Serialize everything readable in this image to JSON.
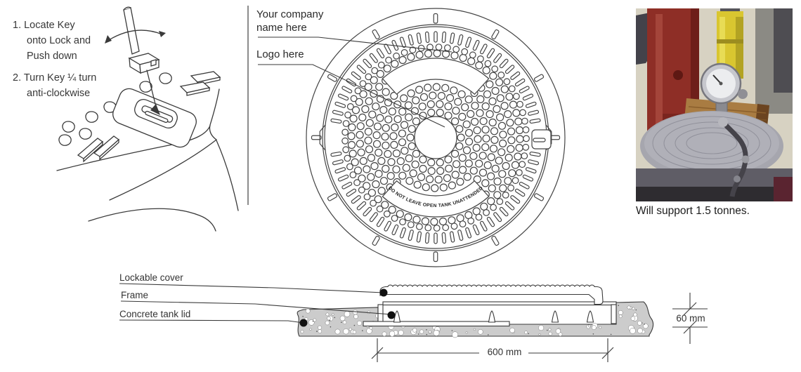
{
  "instructions": {
    "step1_lines": [
      "1. Locate Key",
      "onto Lock and",
      "Push down"
    ],
    "step2_lines": [
      "2. Turn Key ¼ turn",
      "anti-clockwise"
    ]
  },
  "cover": {
    "company_label_line1": "Your company",
    "company_label_line2": "name here",
    "logo_label": "Logo here",
    "warning_text": "DO NOT LEAVE OPEN TANK UNATTENDED"
  },
  "photo": {
    "caption": "Will support 1.5 tonnes."
  },
  "section": {
    "label_cover": "Lockable cover",
    "label_frame": "Frame",
    "label_lid": "Concrete tank lid",
    "dim_width": "600 mm",
    "dim_height": "60 mm"
  },
  "colors": {
    "line": "#3a3a3a",
    "concrete": "#cccccc",
    "divider": "#8c8c8c",
    "photo_red": "#8e2e26",
    "photo_yellow": "#d9c630"
  }
}
